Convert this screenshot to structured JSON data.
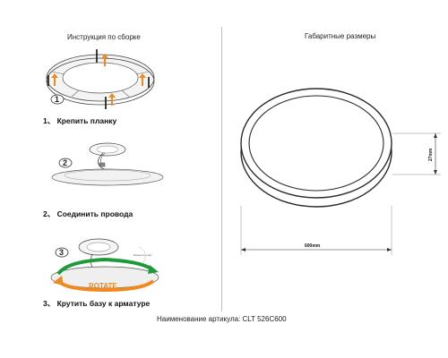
{
  "left_panel": {
    "title": "Инструкция по сборке",
    "steps": [
      {
        "number": "1",
        "label": "1、 Крепить планку"
      },
      {
        "number": "2",
        "label": "2、 Соединить провода"
      },
      {
        "number": "3",
        "label": "3、 Крутить базу к арматуре",
        "rotate_text": "ROTATE",
        "small_text": "Мощность и цвет"
      }
    ]
  },
  "right_panel": {
    "title": "Габаритные размеры",
    "width_dimension": "600mm",
    "height_dimension": "27mm"
  },
  "footer": {
    "article_label": "Наименование артикула: CLT 526C600"
  },
  "colors": {
    "arrow_orange": "#f08a1e",
    "arrow_green": "#1e9a3a",
    "outline": "#2a2a2a"
  }
}
